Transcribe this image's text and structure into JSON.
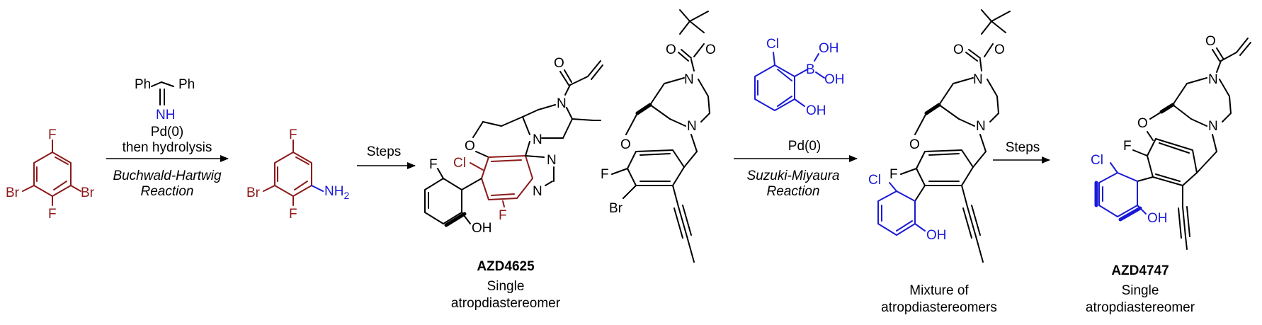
{
  "scheme": {
    "sm1_labels": {
      "f_top": "F",
      "br_left": "Br",
      "br_right": "Br",
      "f_bottom": "F"
    },
    "step1": {
      "reagent_ph_left": "Ph",
      "reagent_ph_right": "Ph",
      "reagent_nh": "NH",
      "line1": "Pd(0)",
      "line2": "then hydrolysis",
      "line3": "Buchwald-Hartwig",
      "line4": "Reaction"
    },
    "int1_labels": {
      "f_top": "F",
      "br": "Br",
      "f_bottom": "F",
      "nh2": "NH",
      "nh2_sub": "2"
    },
    "step2": {
      "label": "Steps"
    },
    "azd4625": {
      "name": "AZD4625",
      "caption_line1": "Single",
      "caption_line2": "atropdiastereomer",
      "labels": {
        "o_carbonyl": "O",
        "n_amide": "N",
        "o_ring": "O",
        "n_ring": "N",
        "cl": "Cl",
        "f_aryl": "F",
        "f_ring": "F",
        "n_pyr1": "N",
        "n_pyr2": "N",
        "oh": "OH"
      }
    },
    "sm3": {
      "labels": {
        "o_boc1": "O",
        "o_boc2": "O",
        "n_top": "N",
        "n_bottom": "N",
        "o_ring": "O",
        "f": "F",
        "br": "Br"
      }
    },
    "step3": {
      "boronic_cl": "Cl",
      "boronic_b": "B",
      "boronic_oh1": "OH",
      "boronic_oh2": "OH",
      "boronic_oh3": "OH",
      "line1": "Pd(0)",
      "line2": "Suzuki-Miyaura",
      "line3": "Reaction"
    },
    "int3": {
      "caption_line1": "Mixture of",
      "caption_line2": "atropdiastereomers",
      "labels": {
        "o_boc1": "O",
        "o_boc2": "O",
        "n_top": "N",
        "n_bottom": "N",
        "o_ring": "O",
        "f": "F",
        "cl": "Cl",
        "oh": "OH"
      }
    },
    "step4": {
      "label": "Steps"
    },
    "azd4747": {
      "name": "AZD4747",
      "caption_line1": "Single",
      "caption_line2": "atropdiastereomer",
      "labels": {
        "o_carbonyl": "O",
        "n_top": "N",
        "n_bottom": "N",
        "o_ring": "O",
        "f": "F",
        "cl": "Cl",
        "oh": "OH"
      }
    },
    "colors": {
      "red": "#8b1a1a",
      "blue": "#1a1ad6",
      "black": "#000000"
    }
  }
}
